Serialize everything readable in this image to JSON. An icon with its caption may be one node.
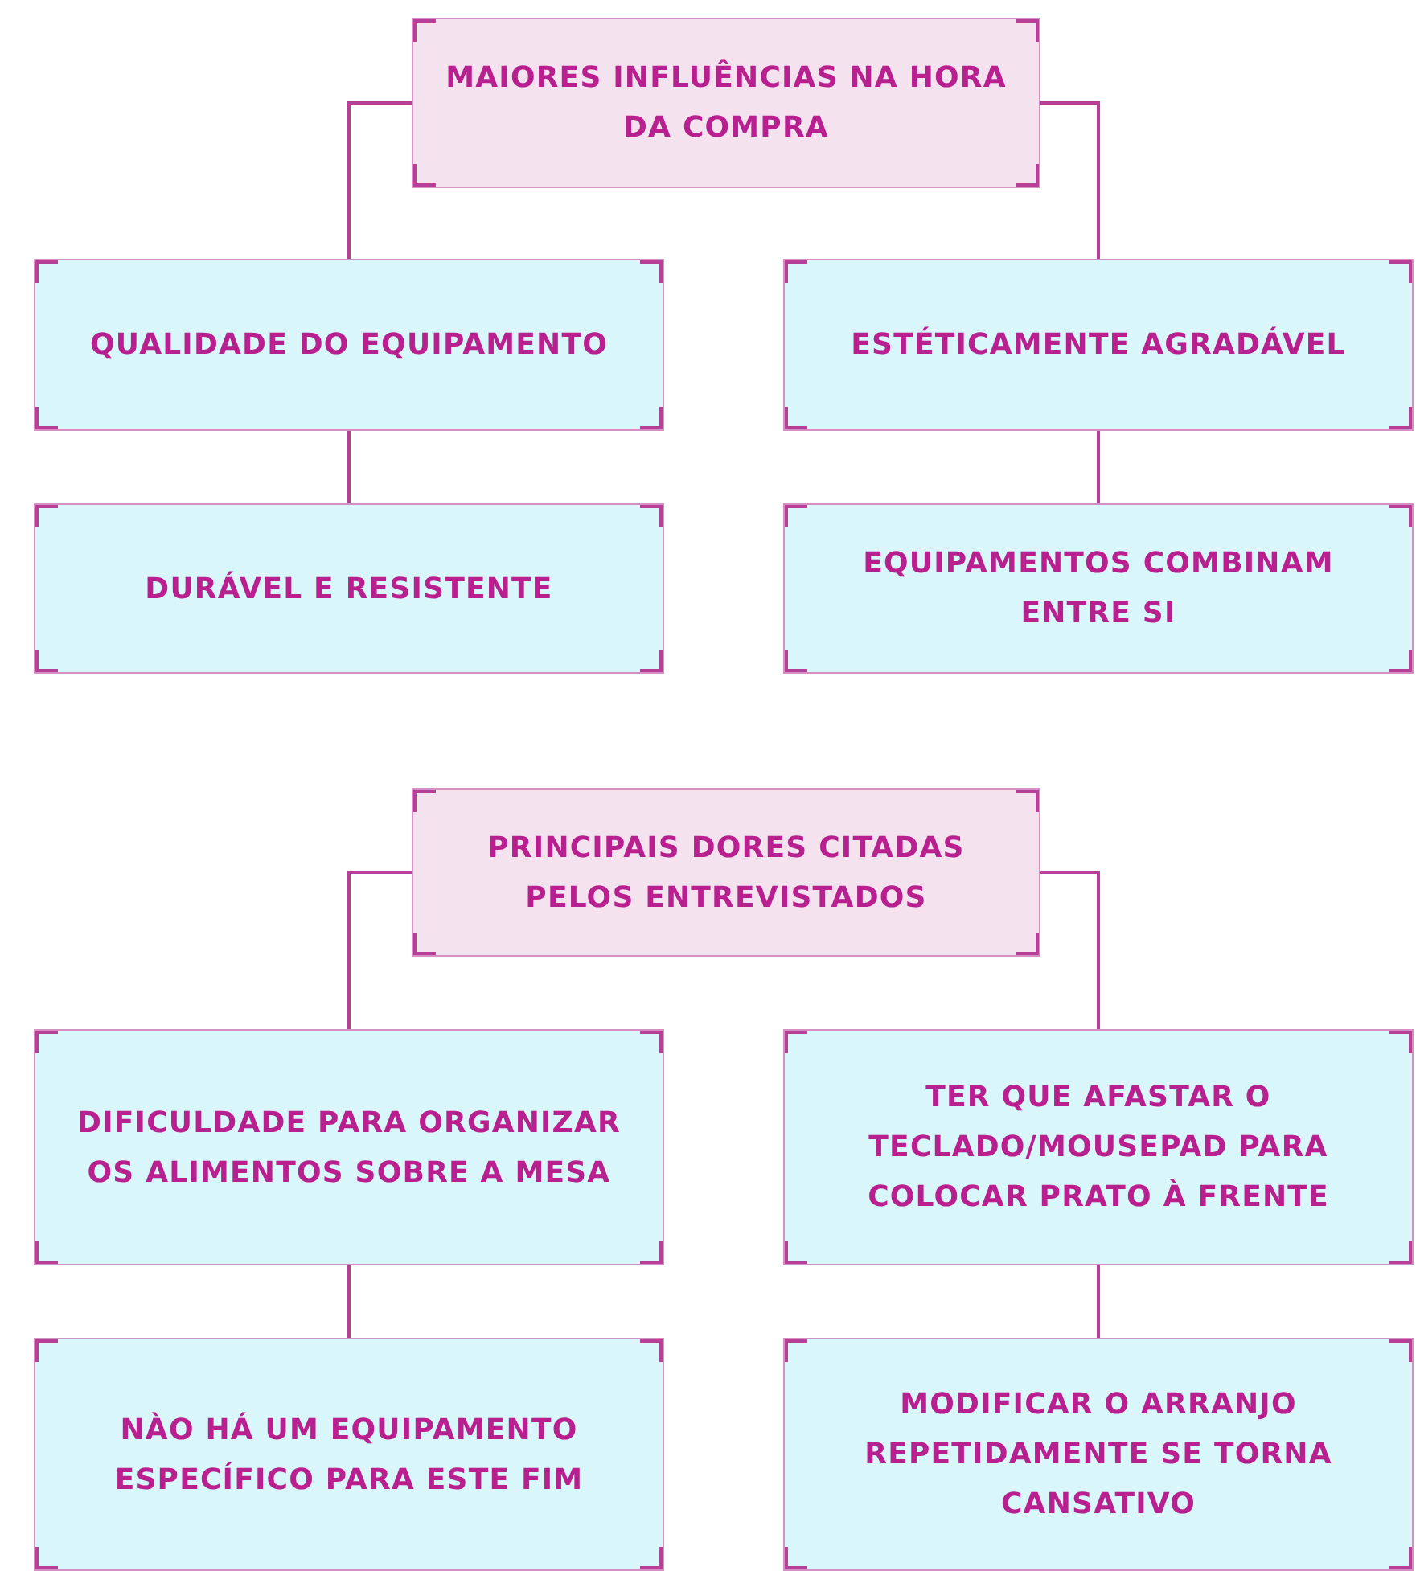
{
  "diagram": {
    "nodes": [
      {
        "text": [
          "MAIORES INFLUÊNCIAS NA HORA DA COMPRA"
        ]
      },
      {
        "text": [
          "QUALIDADE DO EQUIPAMENTO"
        ]
      },
      {
        "text": [
          "ESTÉTICAMENTE AGRADÁVEL"
        ]
      },
      {
        "text": [
          "DURÁVEL E RESISTENTE"
        ]
      },
      {
        "text": [
          "EQUIPAMENTOS COMBINAM ENTRE SI"
        ]
      },
      {
        "text": [
          "PRINCIPAIS DORES CITADAS PELOS ENTREVISTADOS"
        ]
      },
      {
        "text": [
          "DIFICULDADE PARA ORGANIZAR OS ALIMENTOS SOBRE A MESA"
        ]
      },
      {
        "text": [
          "TER QUE AFASTAR O TECLADO/MOUSEPAD PARA COLOCAR PRATO À FRENTE"
        ]
      },
      {
        "text": [
          "NÀO HÁ UM EQUIPAMENTO ESPECÍFICO PARA ESTE FIM"
        ]
      },
      {
        "text": [
          "MODIFICAR O ARRANJO REPETIDAMENTE SE TORNA CANSATIVO"
        ]
      }
    ],
    "edges": [
      {
        "from": 0,
        "to": 1,
        "arrow": "none"
      },
      {
        "from": 0,
        "to": 2,
        "arrow": "none"
      },
      {
        "from": 1,
        "to": 3,
        "arrow": "none"
      },
      {
        "from": 2,
        "to": 4,
        "arrow": "none"
      },
      {
        "from": 5,
        "to": 6,
        "arrow": "none"
      },
      {
        "from": 5,
        "to": 7,
        "arrow": "none"
      },
      {
        "from": 6,
        "to": 8,
        "arrow": "none"
      },
      {
        "from": 7,
        "to": 9,
        "arrow": "none"
      }
    ]
  }
}
